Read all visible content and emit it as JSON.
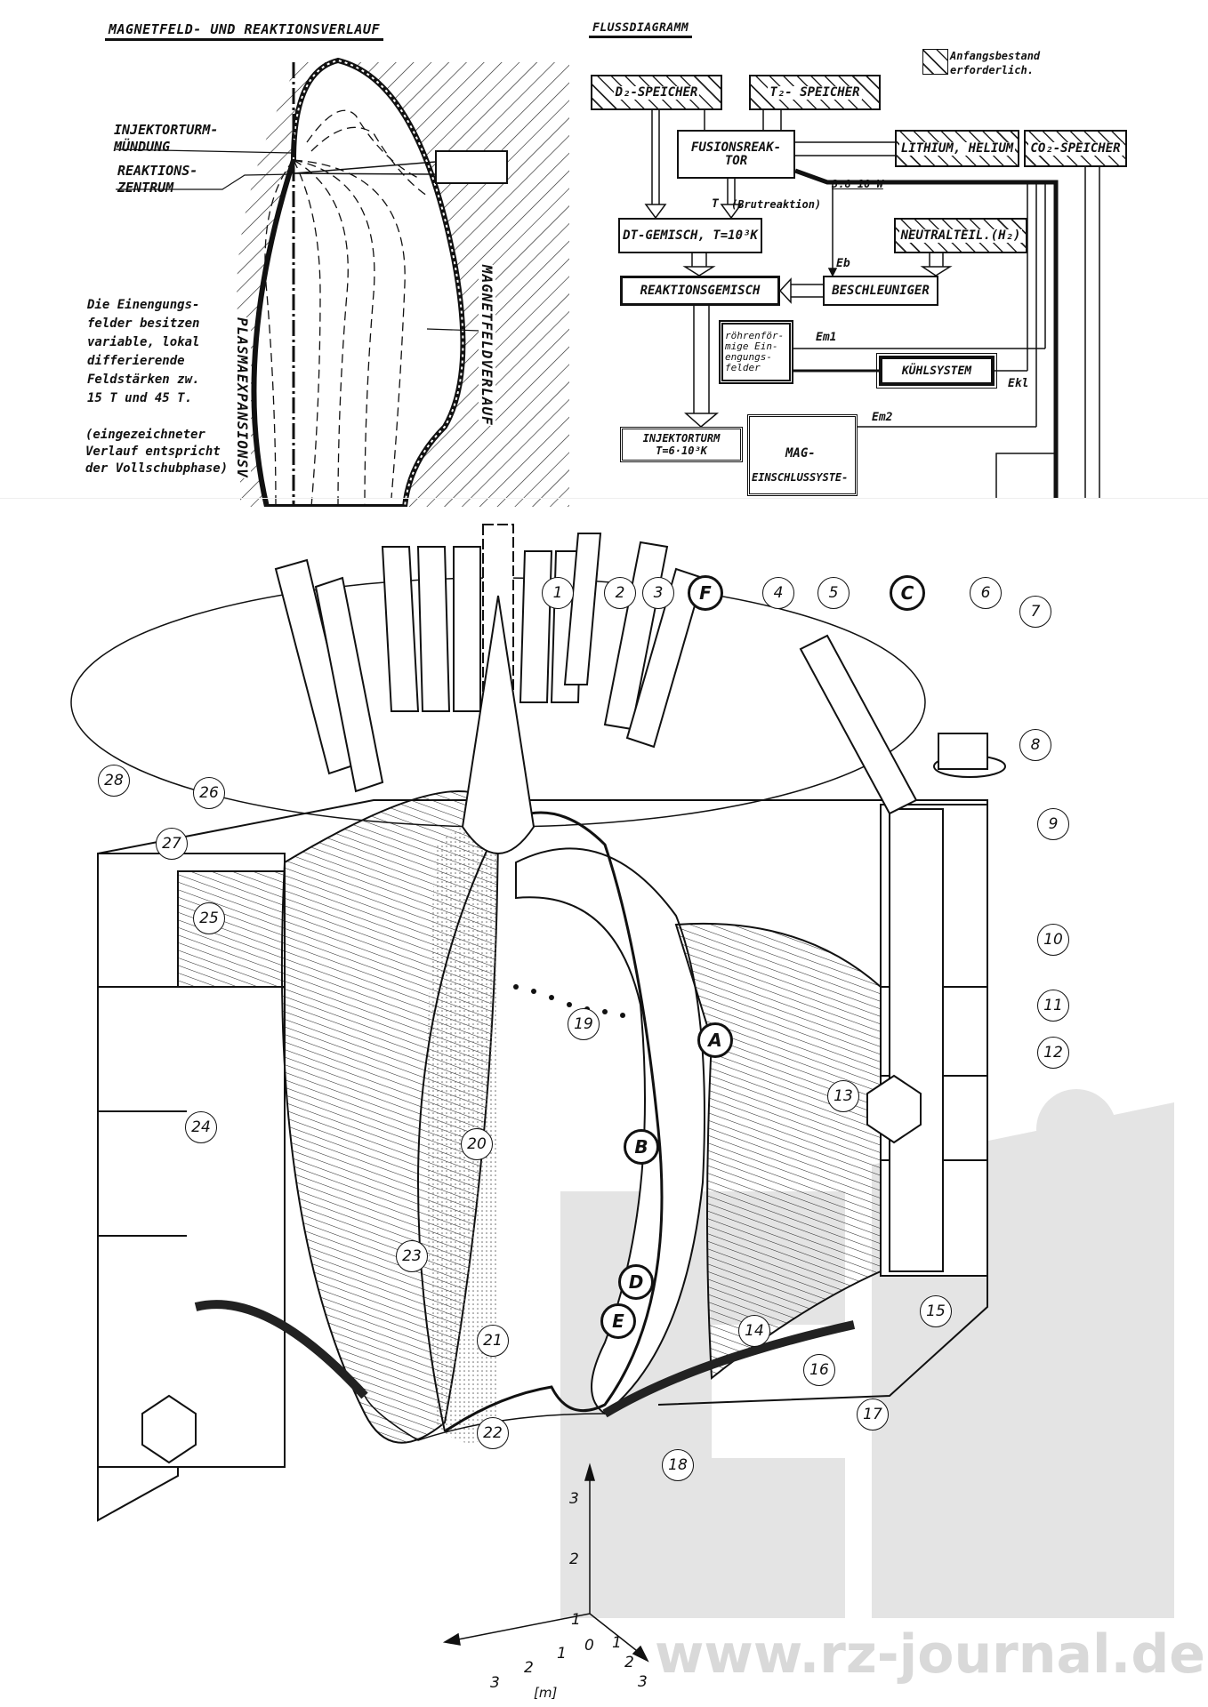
{
  "left_panel": {
    "title": "MAGNETFELD- UND REAKTIONSVERLAUF",
    "label_injector_mouth": [
      "INJEKTORTURM-",
      "MÜNDUNG"
    ],
    "label_reaction_center": [
      "REAKTIONS-",
      "ZENTRUM"
    ],
    "note_fields": [
      "Die Einengungs-",
      "felder besitzen",
      "variable, lokal",
      "differierende",
      "Feldstärken zw.",
      "15 T und 45 T."
    ],
    "note_phase": [
      "(eingezeichneter",
      "Verlauf entspricht",
      "der Vollschubphase)"
    ],
    "label_plasma_expansion": "PLASMAEXPANSIONSV",
    "label_magnetic_field": "MAGNETFELDVERLAUF"
  },
  "flow_diagram": {
    "title": "FLUSSDIAGRAMM",
    "legend": [
      "Anfangsbestand",
      "erforderlich."
    ],
    "boxes": {
      "d2": "D₂-SPEICHER",
      "t2": "T₂- SPEICHER",
      "reactor": "FUSIONSREAK- TOR",
      "lithium": "LITHIUM, HELIUM",
      "co2": "CO₂-SPEICHER",
      "dt": "DT-GEMISCH, T=10³K",
      "neutral": "NEUTRALTEIL.(H₂)",
      "mixture": "REAKTIONSGEMISCH",
      "accelerator": "BESCHLEUNIGER",
      "tube_fields": "röhrenför- mige Ein- engungs- felder",
      "cooling": "KÜHLSYSTEM",
      "injector": "INJEKTORTURM  T=6·10³K",
      "mag": "MAG-",
      "containment": "EINSCHLUSSYSTE-"
    },
    "labels": {
      "power": "3.8 10⁸W",
      "t": "T",
      "breeding": "(Brutreaktion)",
      "eb": "Eb",
      "em1": "Em1",
      "em2": "Em2",
      "ekl": "Ekl"
    }
  },
  "drawing": {
    "callouts": [
      "1",
      "2",
      "3",
      "F",
      "4",
      "5",
      "C",
      "6",
      "7",
      "8",
      "9",
      "10",
      "11",
      "12",
      "13",
      "14",
      "15",
      "16",
      "17",
      "18",
      "19",
      "20",
      "21",
      "22",
      "23",
      "24",
      "25",
      "26",
      "27",
      "28",
      "A",
      "B",
      "D",
      "E"
    ],
    "axis": {
      "vertical_ticks": [
        "3",
        "2",
        "1"
      ],
      "horizontal_ticks": [
        "3",
        "2",
        "1",
        "0",
        "1",
        "2",
        "3"
      ],
      "unit": "[m]"
    }
  },
  "watermark": "www.rz-journal.de"
}
